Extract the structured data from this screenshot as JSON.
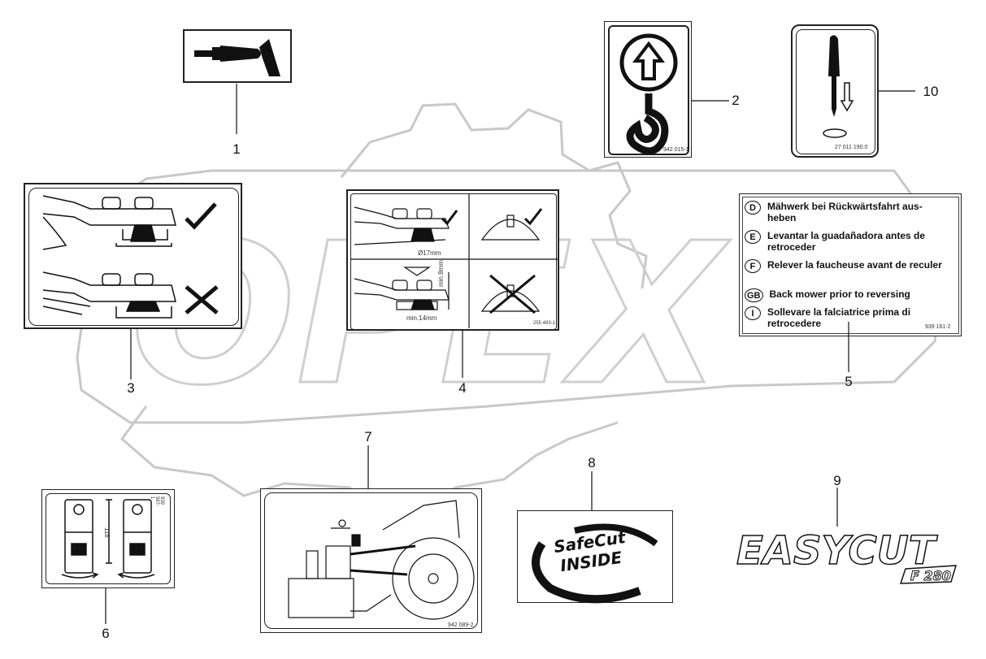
{
  "watermark": "OPEX",
  "callouts": [
    "1",
    "2",
    "3",
    "4",
    "5",
    "6",
    "7",
    "8",
    "9",
    "10"
  ],
  "label2": {
    "code": "942 015-1"
  },
  "label10": {
    "code": "27 011 190.0"
  },
  "label4": {
    "dim1": "Ø17mm",
    "dim2": "min.14mm",
    "dim3": "min.8mm",
    "code": "255 483-1"
  },
  "label5": {
    "rows": [
      {
        "badge": "D",
        "text": "Mähwerk bei Rückwärtsfahrt aus- heben"
      },
      {
        "badge": "E",
        "text": "Levantar la guadañadora antes de retroceder"
      },
      {
        "badge": "F",
        "text": "Relever la faucheuse avant de reculer"
      },
      {
        "badge": "GB",
        "text": "Back mower prior to reversing"
      },
      {
        "badge": "I",
        "text": "Sollevare la falciatrice prima di retrocedere"
      }
    ],
    "code": "939 161-2"
  },
  "label6": {
    "dim": "118",
    "code": "939 567-1"
  },
  "label7": {
    "code": "942 089-2"
  },
  "label8": {
    "line1": "SafeCut",
    "line2": "INSIDE"
  },
  "label9": {
    "brand": "EASYCUT",
    "model": "F 280"
  }
}
